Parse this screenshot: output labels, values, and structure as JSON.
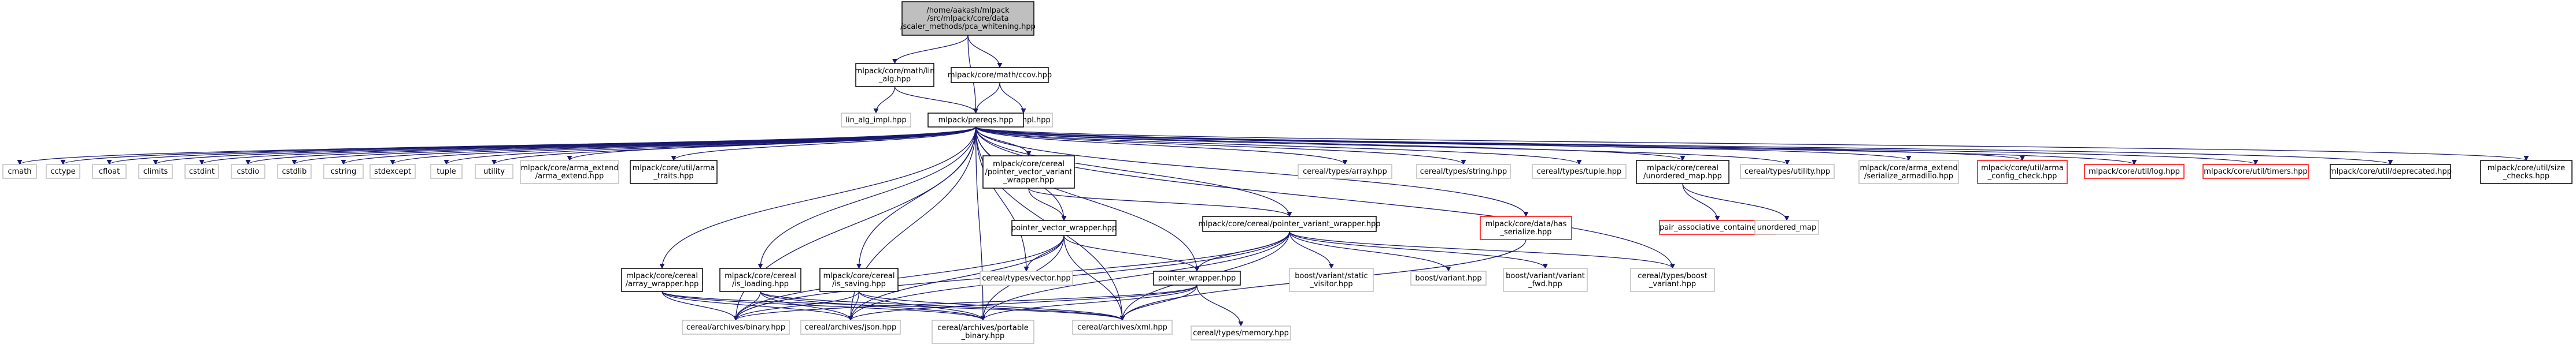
{
  "diagram": {
    "nodes": [
      {
        "id": "root",
        "lines": [
          "/home/aakash/mlpack",
          "/src/mlpack/core/data",
          "/scaler_methods/pca_whitening.hpp"
        ],
        "style": "root"
      },
      {
        "id": "lin_alg",
        "lines": [
          "mlpack/core/math/lin",
          "_alg.hpp"
        ],
        "style": "normal"
      },
      {
        "id": "ccov",
        "lines": [
          "mlpack/core/math/ccov.hpp"
        ],
        "style": "normal"
      },
      {
        "id": "lin_alg_impl",
        "lines": [
          "lin_alg_impl.hpp"
        ],
        "style": "ext"
      },
      {
        "id": "ccov_impl",
        "lines": [
          "ccov_impl.hpp"
        ],
        "style": "ext"
      },
      {
        "id": "prereqs",
        "lines": [
          "mlpack/prereqs.hpp"
        ],
        "style": "normal"
      },
      {
        "id": "cmath",
        "lines": [
          "cmath"
        ],
        "style": "ext"
      },
      {
        "id": "cctype",
        "lines": [
          "cctype"
        ],
        "style": "ext"
      },
      {
        "id": "cfloat",
        "lines": [
          "cfloat"
        ],
        "style": "ext"
      },
      {
        "id": "climits",
        "lines": [
          "climits"
        ],
        "style": "ext"
      },
      {
        "id": "cstdint",
        "lines": [
          "cstdint"
        ],
        "style": "ext"
      },
      {
        "id": "cstdio",
        "lines": [
          "cstdio"
        ],
        "style": "ext"
      },
      {
        "id": "cstdlib",
        "lines": [
          "cstdlib"
        ],
        "style": "ext"
      },
      {
        "id": "cstring",
        "lines": [
          "cstring"
        ],
        "style": "ext"
      },
      {
        "id": "stdexcept",
        "lines": [
          "stdexcept"
        ],
        "style": "ext"
      },
      {
        "id": "tuple",
        "lines": [
          "tuple"
        ],
        "style": "ext"
      },
      {
        "id": "utility",
        "lines": [
          "utility"
        ],
        "style": "ext"
      },
      {
        "id": "arma_extend",
        "lines": [
          "mlpack/core/arma_extend",
          "/arma_extend.hpp"
        ],
        "style": "ext"
      },
      {
        "id": "arma_traits",
        "lines": [
          "mlpack/core/util/arma",
          "_traits.hpp"
        ],
        "style": "normal"
      },
      {
        "id": "ptr_vec_variant",
        "lines": [
          "mlpack/core/cereal",
          "/pointer_vector_variant",
          "_wrapper.hpp"
        ],
        "style": "normal"
      },
      {
        "id": "array_hpp",
        "lines": [
          "cereal/types/array.hpp"
        ],
        "style": "ext"
      },
      {
        "id": "string_hpp",
        "lines": [
          "cereal/types/string.hpp"
        ],
        "style": "ext"
      },
      {
        "id": "tuple_hpp",
        "lines": [
          "cereal/types/tuple.hpp"
        ],
        "style": "ext"
      },
      {
        "id": "unordered_map_w",
        "lines": [
          "mlpack/core/cereal",
          "/unordered_map.hpp"
        ],
        "style": "normal"
      },
      {
        "id": "utility_hpp",
        "lines": [
          "cereal/types/utility.hpp"
        ],
        "style": "ext"
      },
      {
        "id": "serialize_armadillo",
        "lines": [
          "mlpack/core/arma_extend",
          "/serialize_armadillo.hpp"
        ],
        "style": "ext"
      },
      {
        "id": "arma_config_check",
        "lines": [
          "mlpack/core/util/arma",
          "_config_check.hpp"
        ],
        "style": "missing"
      },
      {
        "id": "log",
        "lines": [
          "mlpack/core/util/log.hpp"
        ],
        "style": "missing"
      },
      {
        "id": "timers",
        "lines": [
          "mlpack/core/util/timers.hpp"
        ],
        "style": "missing"
      },
      {
        "id": "deprecated",
        "lines": [
          "mlpack/core/util/deprecated.hpp"
        ],
        "style": "normal"
      },
      {
        "id": "size_checks",
        "lines": [
          "mlpack/core/util/size",
          "_checks.hpp"
        ],
        "style": "normal"
      },
      {
        "id": "has_serialize",
        "lines": [
          "mlpack/core/data/has",
          "_serialize.hpp"
        ],
        "style": "missing"
      },
      {
        "id": "pair_assoc",
        "lines": [
          "pair_associative_container.hpp"
        ],
        "style": "missing"
      },
      {
        "id": "unordered_map",
        "lines": [
          "unordered_map"
        ],
        "style": "ext"
      },
      {
        "id": "ptr_vec_wrapper",
        "lines": [
          "pointer_vector_wrapper.hpp"
        ],
        "style": "normal"
      },
      {
        "id": "ptr_variant_wrapper",
        "lines": [
          "mlpack/core/cereal/pointer_variant_wrapper.hpp"
        ],
        "style": "normal"
      },
      {
        "id": "vector_hpp",
        "lines": [
          "cereal/types/vector.hpp"
        ],
        "style": "ext"
      },
      {
        "id": "static_visitor",
        "lines": [
          "boost/variant/static",
          "_visitor.hpp"
        ],
        "style": "ext"
      },
      {
        "id": "boost_variant",
        "lines": [
          "boost/variant.hpp"
        ],
        "style": "ext"
      },
      {
        "id": "variant_fwd",
        "lines": [
          "boost/variant/variant",
          "_fwd.hpp"
        ],
        "style": "ext"
      },
      {
        "id": "cereal_boost_variant",
        "lines": [
          "cereal/types/boost",
          "_variant.hpp"
        ],
        "style": "ext"
      },
      {
        "id": "array_wrapper",
        "lines": [
          "mlpack/core/cereal",
          "/array_wrapper.hpp"
        ],
        "style": "normal"
      },
      {
        "id": "is_loading",
        "lines": [
          "mlpack/core/cereal",
          "/is_loading.hpp"
        ],
        "style": "normal"
      },
      {
        "id": "is_saving",
        "lines": [
          "mlpack/core/cereal",
          "/is_saving.hpp"
        ],
        "style": "normal"
      },
      {
        "id": "pointer_wrapper",
        "lines": [
          "pointer_wrapper.hpp"
        ],
        "style": "normal"
      },
      {
        "id": "binary",
        "lines": [
          "cereal/archives/binary.hpp"
        ],
        "style": "ext"
      },
      {
        "id": "json",
        "lines": [
          "cereal/archives/json.hpp"
        ],
        "style": "ext"
      },
      {
        "id": "portable_binary",
        "lines": [
          "cereal/archives/portable",
          "_binary.hpp"
        ],
        "style": "ext"
      },
      {
        "id": "xml",
        "lines": [
          "cereal/archives/xml.hpp"
        ],
        "style": "ext"
      },
      {
        "id": "memory",
        "lines": [
          "cereal/types/memory.hpp"
        ],
        "style": "ext"
      }
    ],
    "colors": {
      "root_fill": "#bfbfbf",
      "node_border": "#000000",
      "ext_border": "#bfbfbf",
      "missing_border": "#ff0000",
      "text": "#000000",
      "edge": "#191970"
    }
  }
}
